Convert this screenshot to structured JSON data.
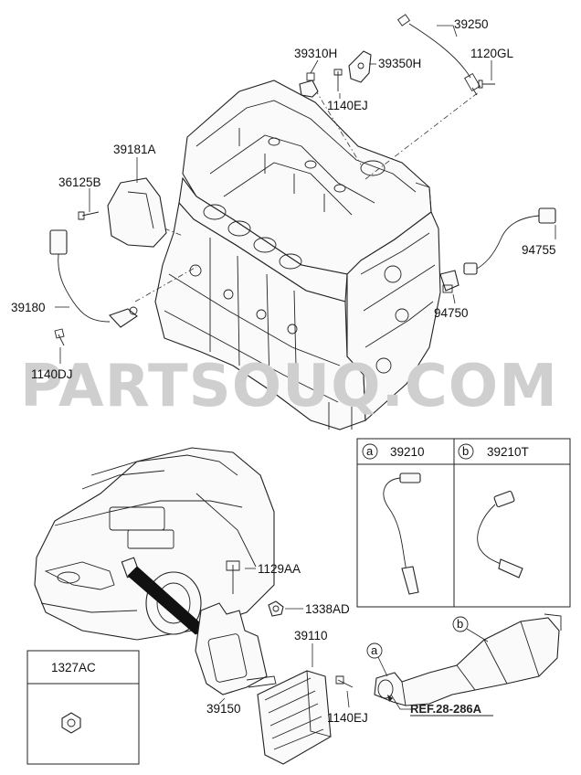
{
  "watermark": "PARTSOUQ.COM",
  "parts": {
    "p39250": "39250",
    "p39310H": "39310H",
    "p39350H": "39350H",
    "p1120GL": "1120GL",
    "p1140EJ_top": "1140EJ",
    "p39181A": "39181A",
    "p36125B": "36125B",
    "p94755": "94755",
    "p94750": "94750",
    "p39180": "39180",
    "p1140DJ": "1140DJ",
    "p1129AA": "1129AA",
    "p1338AD": "1338AD",
    "p39110": "39110",
    "p39150": "39150",
    "p1140EJ_bottom": "1140EJ",
    "p1327AC": "1327AC"
  },
  "inset": {
    "a_letter": "a",
    "a_part": "39210",
    "b_letter": "b",
    "b_part": "39210T"
  },
  "catalyst": {
    "a_letter": "a",
    "b_letter": "b",
    "ref_text": "REF.28-286A"
  }
}
